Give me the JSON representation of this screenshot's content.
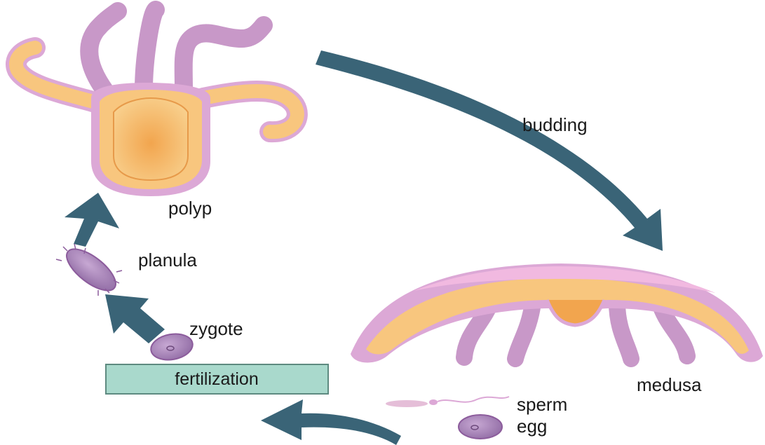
{
  "labels": {
    "polyp": "polyp",
    "budding": "budding",
    "medusa": "medusa",
    "planula": "planula",
    "zygote": "zygote",
    "fertilization": "fertilization",
    "sperm": "sperm",
    "egg": "egg"
  },
  "colors": {
    "arrow": "#3a6477",
    "body_orange": "#f5b86a",
    "body_pink": "#dca8d6",
    "tentacle_purple": "#c898c8",
    "fertilization_box": "#a9d9cc",
    "cell_purple": "#a581b5"
  }
}
